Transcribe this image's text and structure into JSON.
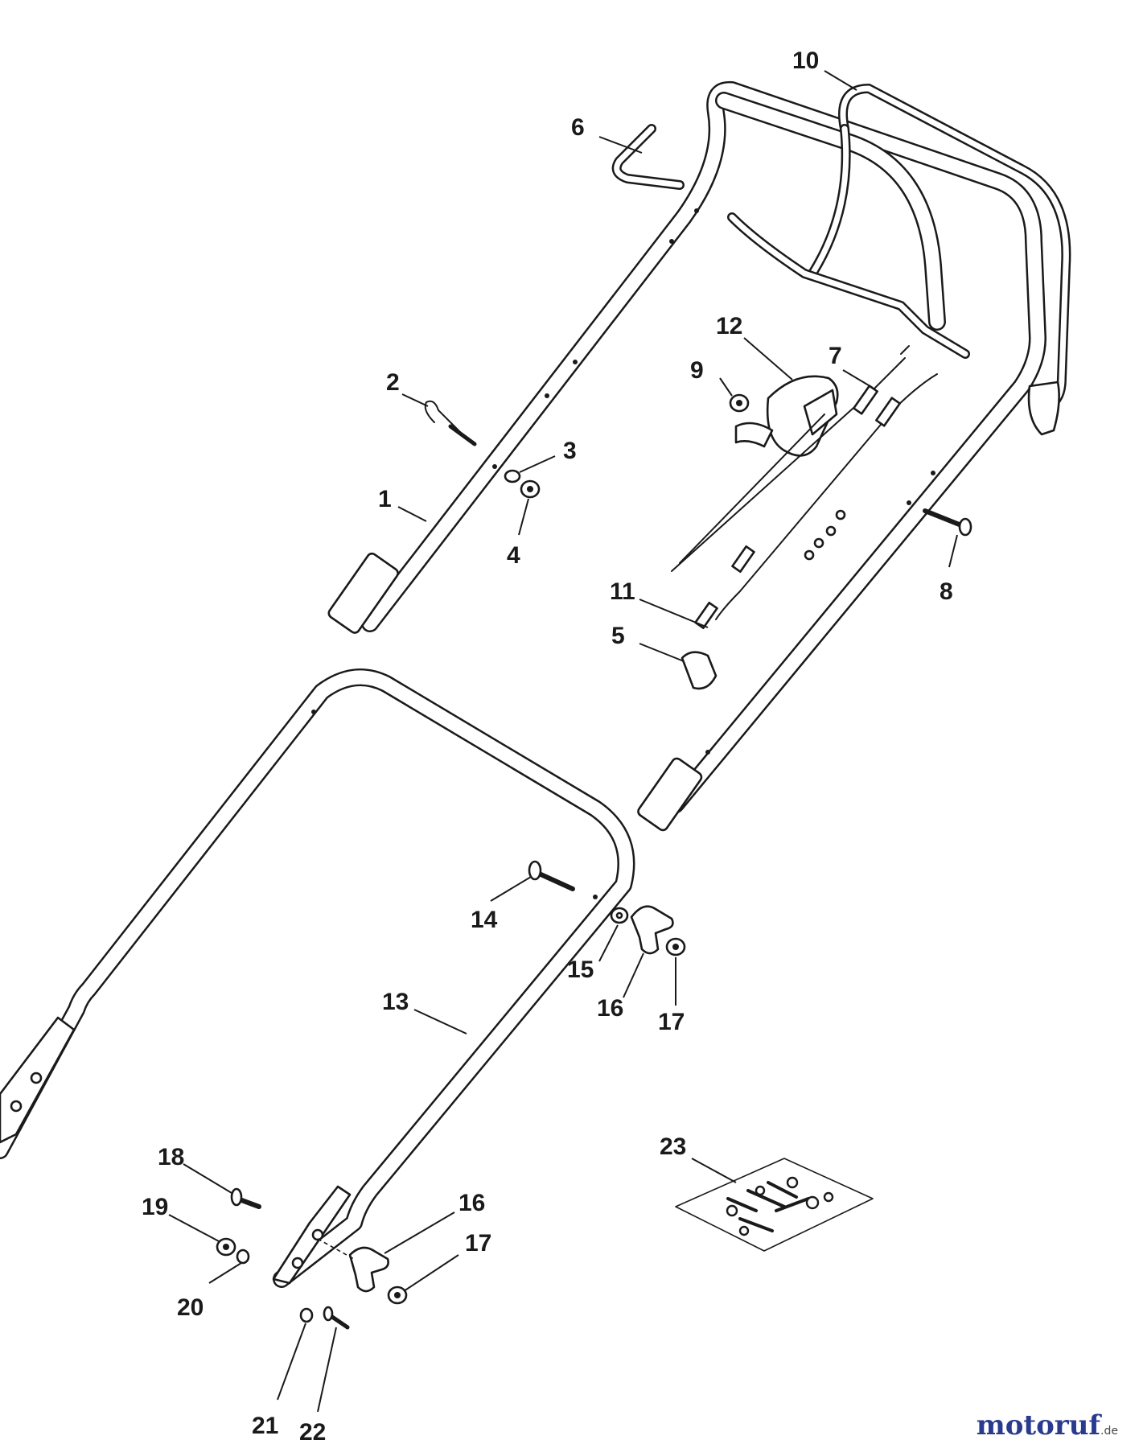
{
  "callouts": [
    "1",
    "2",
    "3",
    "4",
    "5",
    "6",
    "7",
    "8",
    "9",
    "10",
    "11",
    "12",
    "13",
    "14",
    "15",
    "16",
    "17",
    "18",
    "19",
    "20",
    "21",
    "22",
    "23"
  ],
  "callouts_lower": [
    "16",
    "17"
  ],
  "watermark": {
    "brand": "motoruf",
    "tld": ".de"
  }
}
